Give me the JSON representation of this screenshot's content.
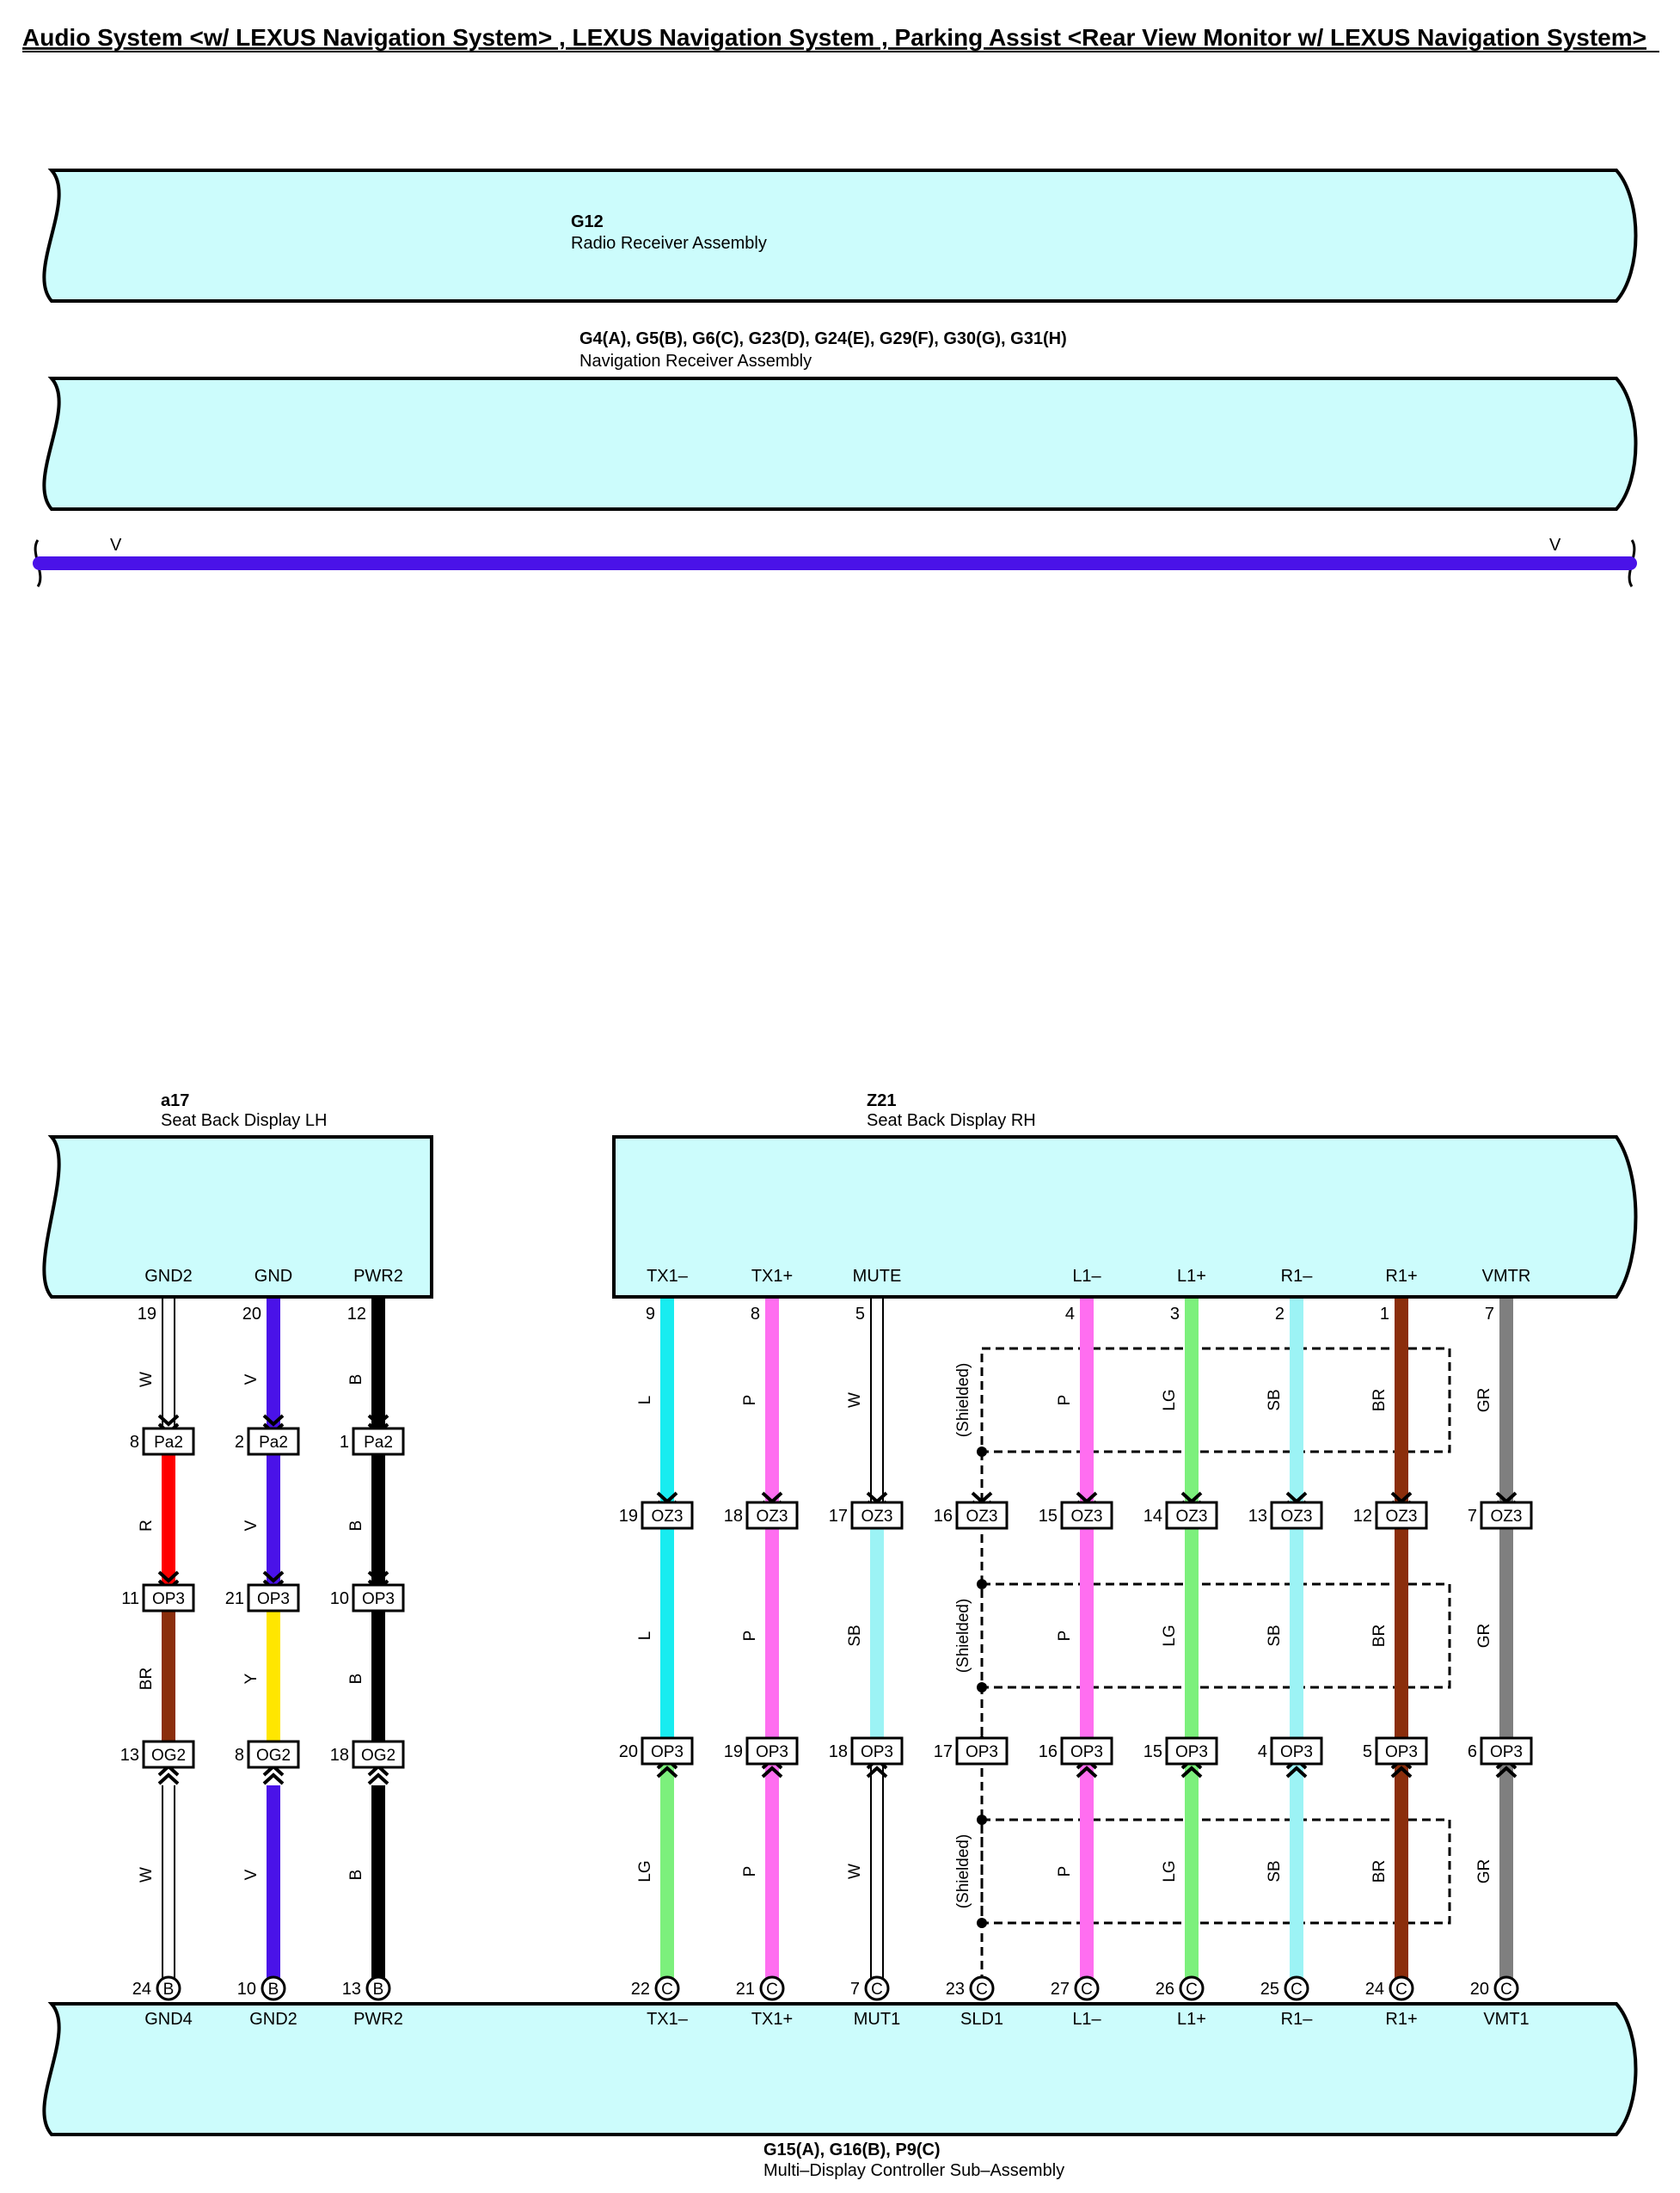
{
  "title": "Audio System <w/ LEXUS Navigation System> , LEXUS Navigation System , Parking Assist <Rear View Monitor w/ LEXUS Navigation System>",
  "components": {
    "radio_receiver": {
      "code": "G12",
      "name": "Radio Receiver Assembly"
    },
    "navigation_receiver": {
      "code": "G4(A), G5(B), G6(C), G23(D), G24(E), G29(F), G30(G), G31(H)",
      "name": "Navigation Receiver Assembly"
    },
    "seat_back_lh": {
      "code": "a17",
      "name": "Seat Back Display LH"
    },
    "seat_back_rh": {
      "code": "Z21",
      "name": "Seat Back Display RH"
    },
    "multi_display": {
      "code": "G15(A), G16(B), P9(C)",
      "name": "Multi–Display Controller Sub–Assembly"
    }
  },
  "bus_wire": {
    "color_code": "V",
    "label_left": "V",
    "label_right": "V",
    "hex": "#4a12e8"
  },
  "wire_colors": {
    "W": "#ffffff",
    "V": "#4a12e8",
    "B": "#000000",
    "R": "#ff0000",
    "BR": "#8b2e0c",
    "Y": "#ffe600",
    "L": "#18ecf0",
    "P": "#ff6ef0",
    "SB": "#9cf3f5",
    "LG": "#7cf07c",
    "GR": "#7f7f7f"
  },
  "shield_label": "(Shielded)",
  "circuits": [
    {
      "top_pin": "GND2",
      "top_num": "19",
      "seg1": "W",
      "c1": "Pa2",
      "n1": "8",
      "seg2": "R",
      "c2": "OP3",
      "n2": "11",
      "seg3": "BR",
      "c3": "OG2",
      "n3": "13",
      "seg4": "W",
      "bot_num": "24",
      "bot_conn": "B",
      "bot_pin": "GND4"
    },
    {
      "top_pin": "GND",
      "top_num": "20",
      "seg1": "V",
      "c1": "Pa2",
      "n1": "2",
      "seg2": "V",
      "c2": "OP3",
      "n2": "21",
      "seg3": "Y",
      "c3": "OG2",
      "n3": "8",
      "seg4": "V",
      "bot_num": "10",
      "bot_conn": "B",
      "bot_pin": "GND2"
    },
    {
      "top_pin": "PWR2",
      "top_num": "12",
      "seg1": "B",
      "c1": "Pa2",
      "n1": "1",
      "seg2": "B",
      "c2": "OP3",
      "n2": "10",
      "seg3": "B",
      "c3": "OG2",
      "n3": "18",
      "seg4": "B",
      "bot_num": "13",
      "bot_conn": "B",
      "bot_pin": "PWR2"
    },
    {
      "top_pin": "TX1–",
      "top_num": "9",
      "seg1": "L",
      "c1": "OZ3",
      "n1": "19",
      "seg2": "L",
      "c2": "OP3",
      "n2": "20",
      "seg3": "LG",
      "bot_num": "22",
      "bot_conn": "C",
      "bot_pin": "TX1–"
    },
    {
      "top_pin": "TX1+",
      "top_num": "8",
      "seg1": "P",
      "c1": "OZ3",
      "n1": "18",
      "seg2": "P",
      "c2": "OP3",
      "n2": "19",
      "seg3": "P",
      "bot_num": "21",
      "bot_conn": "C",
      "bot_pin": "TX1+"
    },
    {
      "top_pin": "MUTE",
      "top_num": "5",
      "seg1": "W",
      "c1": "OZ3",
      "n1": "17",
      "seg2": "SB",
      "c2": "OP3",
      "n2": "18",
      "seg3": "W",
      "bot_num": "7",
      "bot_conn": "C",
      "bot_pin": "MUT1"
    },
    {
      "top_pin": "",
      "top_num": "",
      "seg1": "",
      "c1": "OZ3",
      "n1": "16",
      "seg2": "",
      "c2": "OP3",
      "n2": "17",
      "seg3": "",
      "bot_num": "23",
      "bot_conn": "C",
      "bot_pin": "SLD1"
    },
    {
      "top_pin": "L1–",
      "top_num": "4",
      "seg1": "P",
      "c1": "OZ3",
      "n1": "15",
      "seg2": "P",
      "c2": "OP3",
      "n2": "16",
      "seg3": "P",
      "bot_num": "27",
      "bot_conn": "C",
      "bot_pin": "L1–"
    },
    {
      "top_pin": "L1+",
      "top_num": "3",
      "seg1": "LG",
      "c1": "OZ3",
      "n1": "14",
      "seg2": "LG",
      "c2": "OP3",
      "n2": "15",
      "seg3": "LG",
      "bot_num": "26",
      "bot_conn": "C",
      "bot_pin": "L1+"
    },
    {
      "top_pin": "R1–",
      "top_num": "2",
      "seg1": "SB",
      "c1": "OZ3",
      "n1": "13",
      "seg2": "SB",
      "c2": "OP3",
      "n2": "4",
      "seg3": "SB",
      "bot_num": "25",
      "bot_conn": "C",
      "bot_pin": "R1–"
    },
    {
      "top_pin": "R1+",
      "top_num": "1",
      "seg1": "BR",
      "c1": "OZ3",
      "n1": "12",
      "seg2": "BR",
      "c2": "OP3",
      "n2": "5",
      "seg3": "BR",
      "bot_num": "24",
      "bot_conn": "C",
      "bot_pin": "R1+"
    },
    {
      "top_pin": "VMTR",
      "top_num": "7",
      "seg1": "GR",
      "c1": "OZ3",
      "n1": "7",
      "seg2": "GR",
      "c2": "OP3",
      "n2": "6",
      "seg3": "GR",
      "bot_num": "20",
      "bot_conn": "C",
      "bot_pin": "VMT1"
    }
  ]
}
